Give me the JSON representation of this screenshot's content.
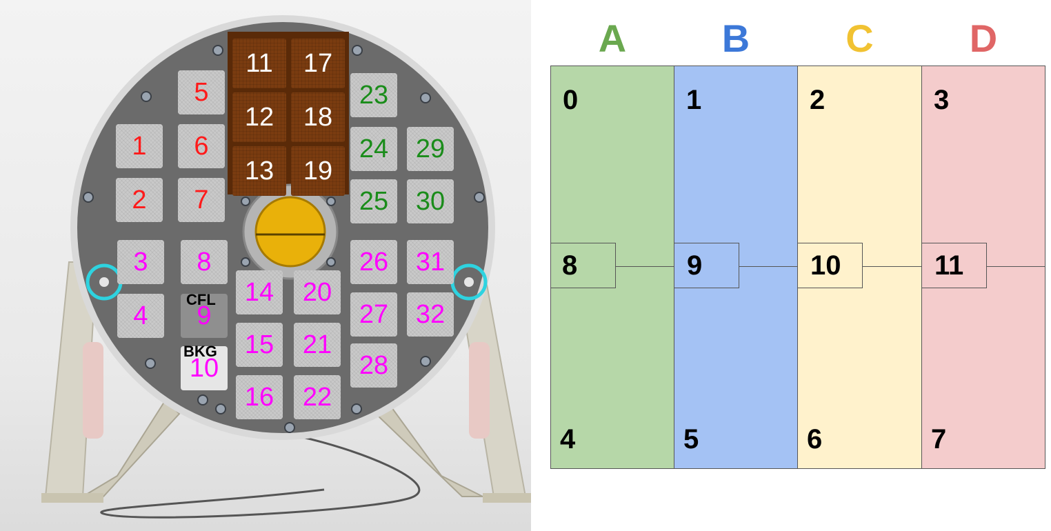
{
  "photo": {
    "slots": [
      {
        "label": "1",
        "color": "#ff1a1a"
      },
      {
        "label": "2",
        "color": "#ff1a1a"
      },
      {
        "label": "3",
        "color": "#ff00ff"
      },
      {
        "label": "4",
        "color": "#ff00ff"
      },
      {
        "label": "5",
        "color": "#ff1a1a"
      },
      {
        "label": "6",
        "color": "#ff1a1a"
      },
      {
        "label": "7",
        "color": "#ff1a1a"
      },
      {
        "label": "8",
        "color": "#ff00ff"
      },
      {
        "label": "9",
        "color": "#ff00ff"
      },
      {
        "label": "10",
        "color": "#ff00ff"
      },
      {
        "label": "11",
        "color": "#ffffff"
      },
      {
        "label": "12",
        "color": "#ffffff"
      },
      {
        "label": "13",
        "color": "#ffffff"
      },
      {
        "label": "14",
        "color": "#ff00ff"
      },
      {
        "label": "15",
        "color": "#ff00ff"
      },
      {
        "label": "16",
        "color": "#ff00ff"
      },
      {
        "label": "17",
        "color": "#ffffff"
      },
      {
        "label": "18",
        "color": "#ffffff"
      },
      {
        "label": "19",
        "color": "#ffffff"
      },
      {
        "label": "20",
        "color": "#ff00ff"
      },
      {
        "label": "21",
        "color": "#ff00ff"
      },
      {
        "label": "22",
        "color": "#ff00ff"
      },
      {
        "label": "23",
        "color": "#1a8c1a"
      },
      {
        "label": "24",
        "color": "#1a8c1a"
      },
      {
        "label": "25",
        "color": "#1a8c1a"
      },
      {
        "label": "26",
        "color": "#ff00ff"
      },
      {
        "label": "27",
        "color": "#ff00ff"
      },
      {
        "label": "28",
        "color": "#ff00ff"
      },
      {
        "label": "29",
        "color": "#1a8c1a"
      },
      {
        "label": "30",
        "color": "#1a8c1a"
      },
      {
        "label": "31",
        "color": "#ff00ff"
      },
      {
        "label": "32",
        "color": "#ff00ff"
      }
    ],
    "annotations": {
      "cfl": "CFL",
      "bkg": "BKG"
    },
    "marker_color": "#2ed3e0"
  },
  "grid": {
    "columns": [
      {
        "letter": "A",
        "header_color": "#6aa84f",
        "fill": "#b6d7a8",
        "top": "0",
        "bottom": "4",
        "middle": "8"
      },
      {
        "letter": "B",
        "header_color": "#3c78d8",
        "fill": "#a4c2f4",
        "top": "1",
        "bottom": "5",
        "middle": "9"
      },
      {
        "letter": "C",
        "header_color": "#f1c232",
        "fill": "#fff2cc",
        "top": "2",
        "bottom": "6",
        "middle": "10"
      },
      {
        "letter": "D",
        "header_color": "#e06666",
        "fill": "#f4cccc",
        "top": "3",
        "bottom": "7",
        "middle": "11"
      }
    ]
  }
}
